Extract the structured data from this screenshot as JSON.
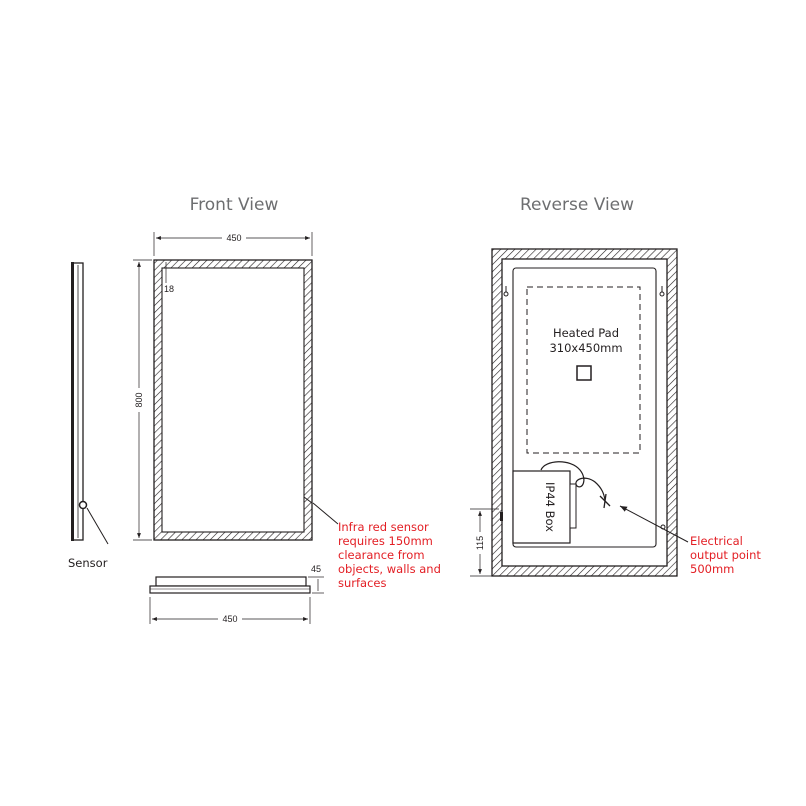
{
  "titles": {
    "front": "Front View",
    "reverse": "Reverse View"
  },
  "front_view": {
    "width_dim": "450",
    "frame_dim": "18",
    "height_dim": "800"
  },
  "side_view": {
    "sensor_label": "Sensor"
  },
  "bottom_view": {
    "depth_dim": "45",
    "width_dim": "450"
  },
  "sensor_note": {
    "lines": [
      "Infra red sensor",
      "requires 150mm",
      "clearance from",
      "objects, walls and",
      "surfaces"
    ]
  },
  "reverse_view": {
    "heated_pad_lines": [
      "Heated Pad",
      "310x450mm"
    ],
    "ip44_box": "IP44 Box",
    "bottom_dim": "115",
    "electrical_lines": [
      "Electrical",
      "output point",
      "500mm"
    ]
  },
  "colors": {
    "line": "#231f20",
    "title": "#6d6e70",
    "note": "#e31e24"
  }
}
